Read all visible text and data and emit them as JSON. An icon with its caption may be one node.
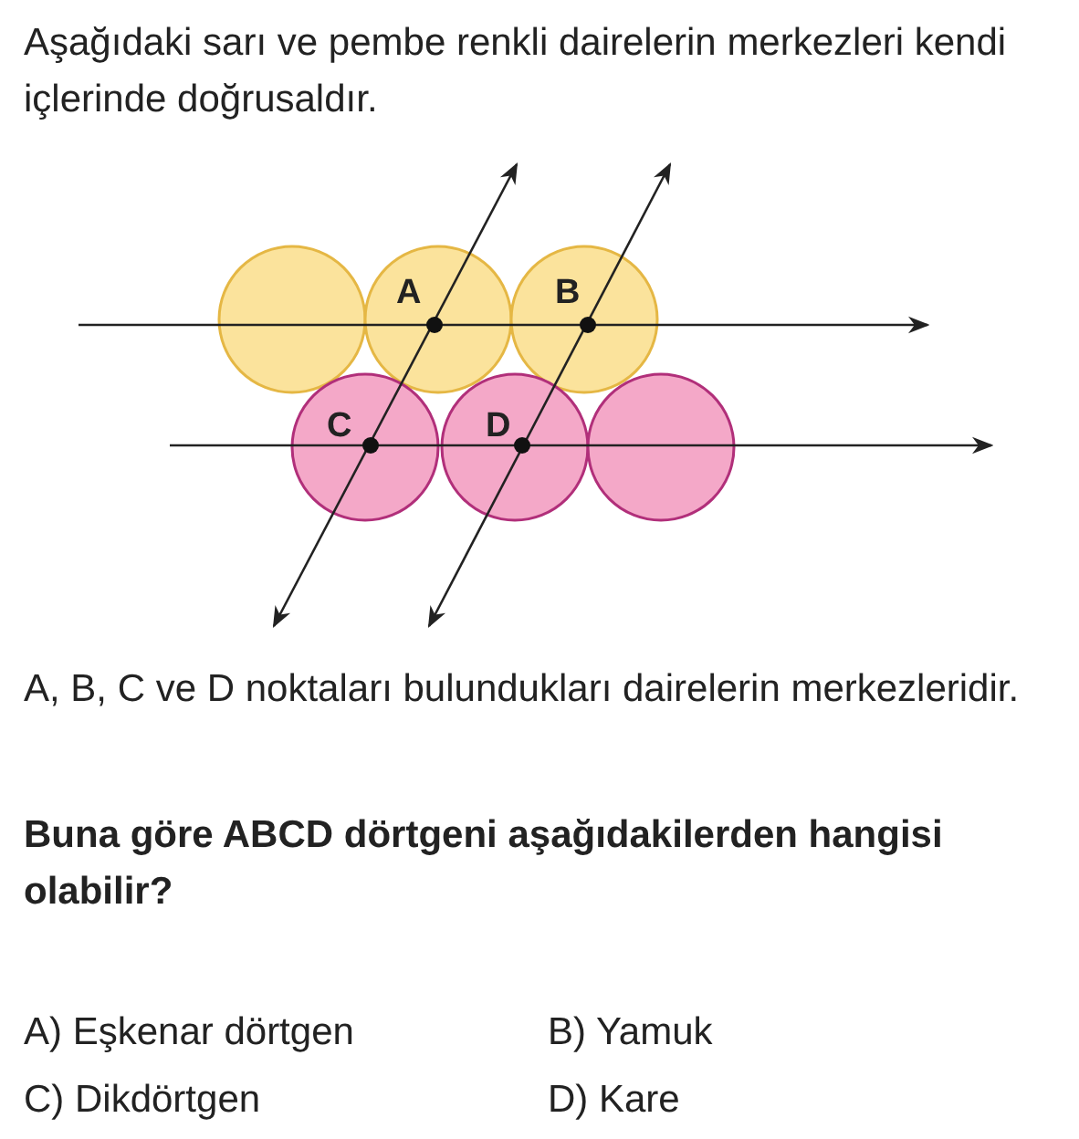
{
  "diagram": {
    "labels": [
      "Aşağıdaki sarı ve pembe renkli dairelerin merkezleri kendi içlerinde doğrusaldır.",
      "A",
      "B",
      "C",
      "D",
      "A, B, C ve D noktaları bulundukları dairelerin merkezleridir.",
      "Buna göre ABCD dörtgeni aşağıdakilerden hangisi olabilir?",
      "A) Eşkenar dörtgen",
      "B) Yamuk",
      "C) Dikdörtgen",
      "D) Kare"
    ]
  }
}
